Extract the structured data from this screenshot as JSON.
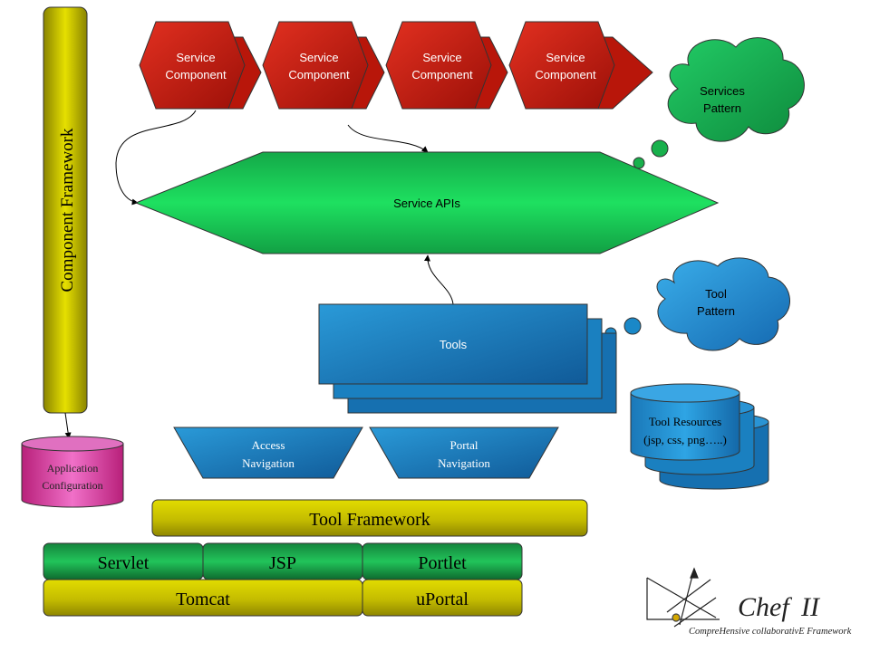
{
  "component_framework": {
    "label": "Component Framework"
  },
  "app_config": {
    "line1": "Application",
    "line2": "Configuration"
  },
  "service_components": [
    {
      "line1": "Service",
      "line2": "Component"
    },
    {
      "line1": "Service",
      "line2": "Component"
    },
    {
      "line1": "Service",
      "line2": "Component"
    },
    {
      "line1": "Service",
      "line2": "Component"
    }
  ],
  "services_pattern": {
    "line1": "Services",
    "line2": "Pattern"
  },
  "service_apis": {
    "label": "Service APIs"
  },
  "tool_pattern": {
    "line1": "Tool",
    "line2": "Pattern"
  },
  "tools": {
    "label": "Tools"
  },
  "tool_resources": {
    "line1": "Tool Resources",
    "line2": "(jsp, css, png…..)"
  },
  "access_navigation": {
    "line1": "Access",
    "line2": "Navigation"
  },
  "portal_navigation": {
    "line1": "Portal",
    "line2": "Navigation"
  },
  "tool_framework": {
    "label": "Tool Framework"
  },
  "stack": {
    "servlet": "Servlet",
    "jsp": "JSP",
    "portlet": "Portlet",
    "tomcat": "Tomcat",
    "uportal": "uPortal"
  },
  "logo": {
    "name": "Chef",
    "numeral": "II",
    "tagline": "CompreHensive collaborativE Framework"
  },
  "colors": {
    "red": "#c4180c",
    "green": "#18b04c",
    "blue": "#1a78b8",
    "olive": "#c8c000"
  }
}
